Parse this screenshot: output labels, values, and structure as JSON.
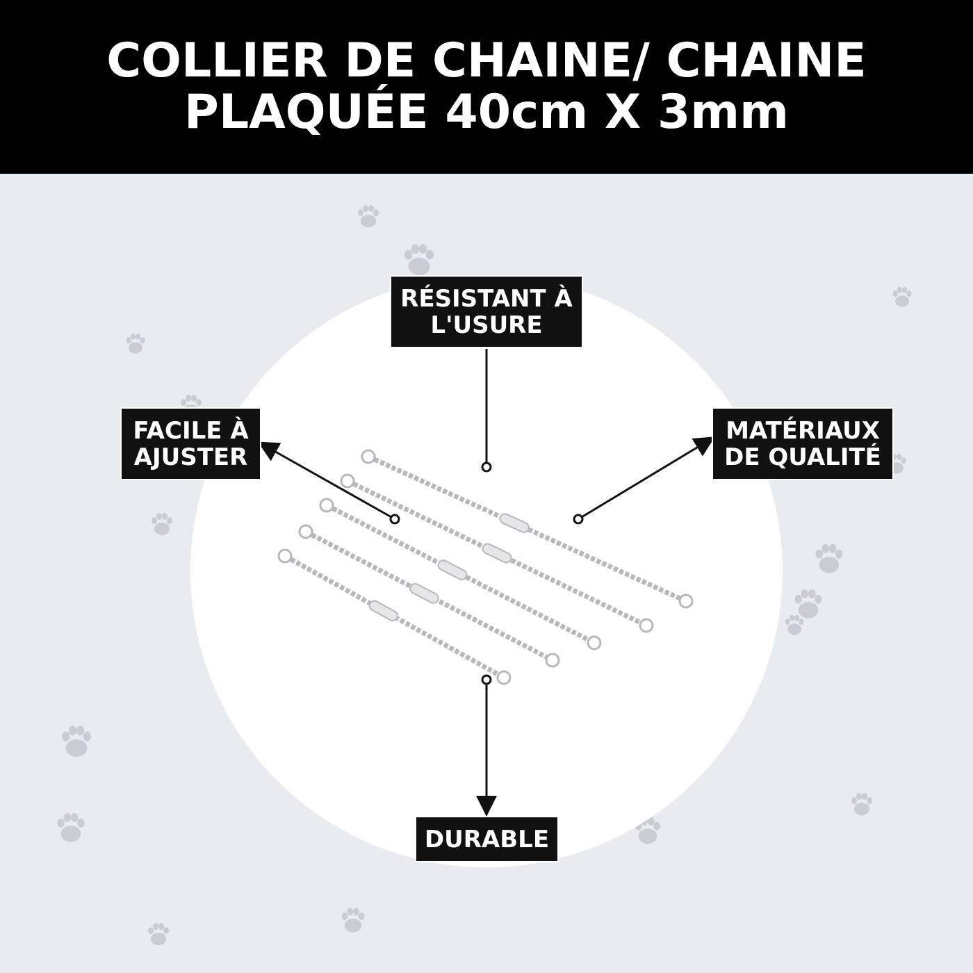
{
  "title": {
    "line1": "COLLIER DE CHAINE/ CHAINE",
    "line2": "PLAQUÉE 40cm X 3mm"
  },
  "callouts": {
    "top": {
      "line1": "RÉSISTANT À",
      "line2": "L'USURE"
    },
    "left": {
      "line1": "FACILE À",
      "line2": "AJUSTER"
    },
    "right": {
      "line1": "MATÉRIAUX",
      "line2": "DE QUALITÉ"
    },
    "bottom": {
      "line1": "DURABLE"
    }
  },
  "product": {
    "chain_count": 5,
    "icon": "paw-print-icon"
  },
  "colors": {
    "header": "#000000",
    "background": "#e8ebf0",
    "label": "#111111",
    "chain": "#b8b8bc"
  }
}
